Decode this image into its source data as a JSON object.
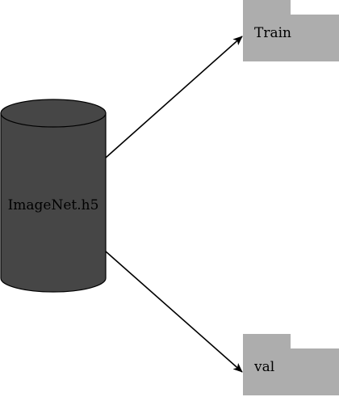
{
  "diagram": {
    "source": {
      "label": "ImageNet.h5",
      "icon": "database-cylinder-icon",
      "fill_color": "#464646",
      "label_color": "#000000"
    },
    "targets": [
      {
        "label": "Train",
        "icon": "folder-icon",
        "fill_color": "#adadad"
      },
      {
        "label": "val",
        "icon": "folder-icon",
        "fill_color": "#adadad"
      }
    ],
    "edges": [
      {
        "from": "ImageNet.h5",
        "to": "Train"
      },
      {
        "from": "ImageNet.h5",
        "to": "val"
      }
    ],
    "arrow_color": "#000000"
  }
}
